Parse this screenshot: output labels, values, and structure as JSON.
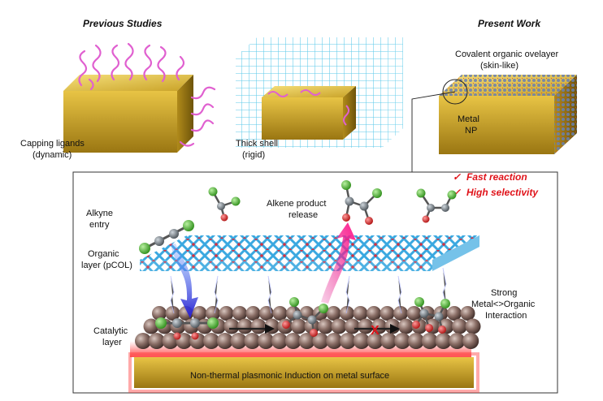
{
  "headers": {
    "previous": "Previous Studies",
    "present": "Present Work"
  },
  "top_labels": {
    "capping_1": "Capping ligands",
    "capping_2": "(dynamic)",
    "shell_1": "Thick shell",
    "shell_2": "(rigid)",
    "overlayer_1": "Covalent organic ovelayer",
    "overlayer_2": "(skin-like)",
    "metal_1": "Metal",
    "metal_2": "NP"
  },
  "main_labels": {
    "alkyne_1": "Alkyne",
    "alkyne_2": "entry",
    "organic_1": "Organic",
    "organic_2": "layer (pCOL)",
    "catalytic_1": "Catalytic",
    "catalytic_2": "layer",
    "alkene_1": "Alkene product",
    "alkene_2": "release",
    "strong_1": "Strong",
    "strong_2": "Metal<>Organic",
    "strong_3": "Interaction",
    "bottom": "Non-thermal plasmonic Induction on metal surface"
  },
  "highlights": {
    "check": "✓",
    "fast": "Fast reaction",
    "selectivity": "High selectivity",
    "cross": "X"
  },
  "colors": {
    "gold": "#c9a227",
    "gold_dark": "#8a6a10",
    "ligand": "#e060d0",
    "shell": "#4cc4e8",
    "lattice_blue": "#3aa8e0",
    "lattice_red": "#d83040",
    "metal_atom": "#8a6e66",
    "glow": "#ff5050",
    "arrow_blue": "#3030d0",
    "arrow_pink": "#e02090",
    "accent_red": "#e0131a"
  }
}
